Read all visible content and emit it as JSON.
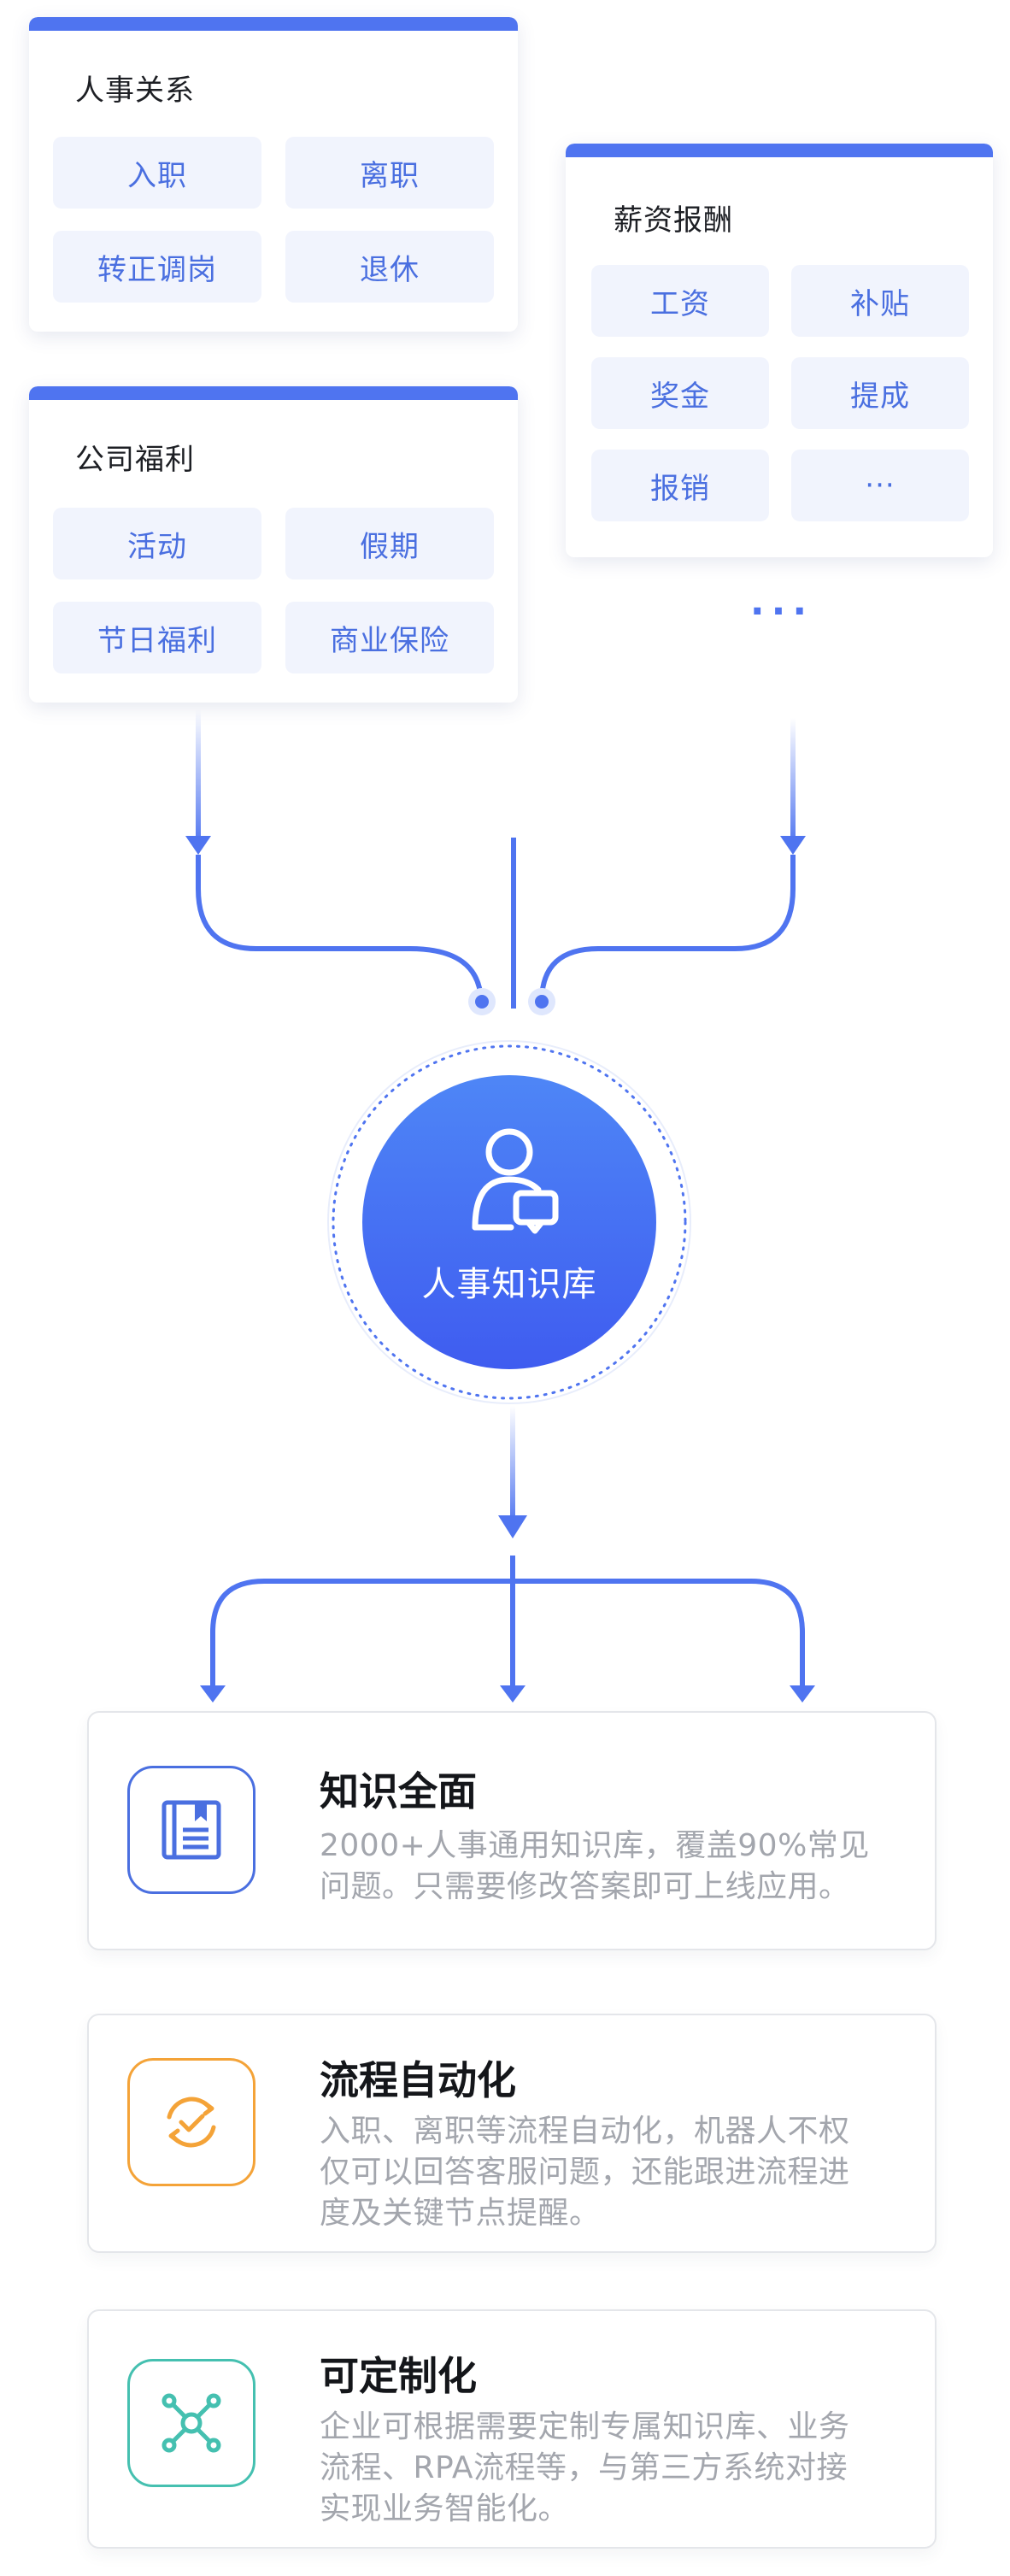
{
  "cards": [
    {
      "id": "hr-relations",
      "title": "人事关系",
      "items": [
        "入职",
        "离职",
        "转正调岗",
        "退休"
      ]
    },
    {
      "id": "salary",
      "title": "薪资报酬",
      "items": [
        "工资",
        "补贴",
        "奖金",
        "提成",
        "报销",
        "···"
      ]
    },
    {
      "id": "welfare",
      "title": "公司福利",
      "items": [
        "活动",
        "假期",
        "节日福利",
        "商业保险"
      ]
    }
  ],
  "more_indicator": "···",
  "hub": {
    "label": "人事知识库",
    "icon": "user-chat-icon"
  },
  "features": [
    {
      "title": "知识全面",
      "desc": [
        "2000+人事通用知识库，覆盖90%常见",
        "问题。只需要修改答案即可上线应用。"
      ],
      "icon": "book-icon",
      "color": "#4a6fe0"
    },
    {
      "title": "流程自动化",
      "desc": [
        "入职、离职等流程自动化，机器人不权",
        "仅可以回答客服问题，还能跟进流程进",
        "度及关键节点提醒。"
      ],
      "icon": "refresh-check-icon",
      "color": "#f4a338"
    },
    {
      "title": "可定制化",
      "desc": [
        "企业可根据需要定制专属知识库、业务",
        "流程、RPA流程等，与第三方系统对接",
        "实现业务智能化。"
      ],
      "icon": "network-icon",
      "color": "#45c0b0"
    }
  ],
  "colors": {
    "accent": "#4f74f0",
    "chip_bg": "#f1f4fd",
    "chip_text": "#4a6fe0"
  }
}
